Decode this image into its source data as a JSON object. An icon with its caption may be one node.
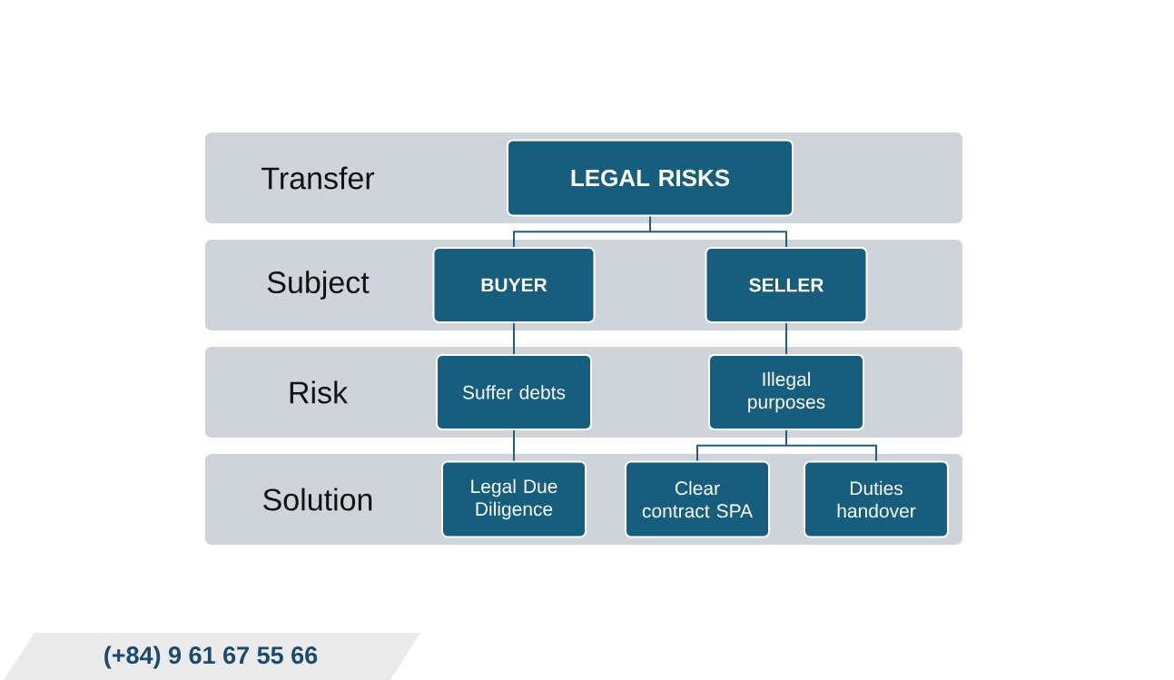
{
  "diagram": {
    "nodes": [
      {
        "text": [
          "Transfer"
        ]
      },
      {
        "text": [
          "LEGAL RISKS"
        ],
        "in": 0
      },
      {
        "text": [
          "Subject"
        ]
      },
      {
        "text": [
          "BUYER"
        ],
        "in": 2
      },
      {
        "text": [
          "SELLER"
        ],
        "in": 2
      },
      {
        "text": [
          "Risk"
        ]
      },
      {
        "text": [
          "Suffer debts"
        ],
        "in": 5
      },
      {
        "text": [
          "Illegal purposes"
        ],
        "in": 5
      },
      {
        "text": [
          "Solution"
        ]
      },
      {
        "text": [
          "Legal Due Diligence"
        ],
        "in": 8
      },
      {
        "text": [
          "Clear contract SPA"
        ],
        "in": 8
      },
      {
        "text": [
          "Duties handover"
        ],
        "in": 8
      }
    ],
    "edges": [
      {
        "from": 1,
        "to": 3,
        "arrow": "none"
      },
      {
        "from": 1,
        "to": 4,
        "arrow": "none"
      },
      {
        "from": 3,
        "to": 6,
        "arrow": "none"
      },
      {
        "from": 4,
        "to": 7,
        "arrow": "none"
      },
      {
        "from": 6,
        "to": 9,
        "arrow": "none"
      },
      {
        "from": 7,
        "to": 10,
        "arrow": "none"
      },
      {
        "from": 7,
        "to": 11,
        "arrow": "none"
      }
    ],
    "labels": [
      "(+84) 9 61 67 55 66"
    ]
  }
}
